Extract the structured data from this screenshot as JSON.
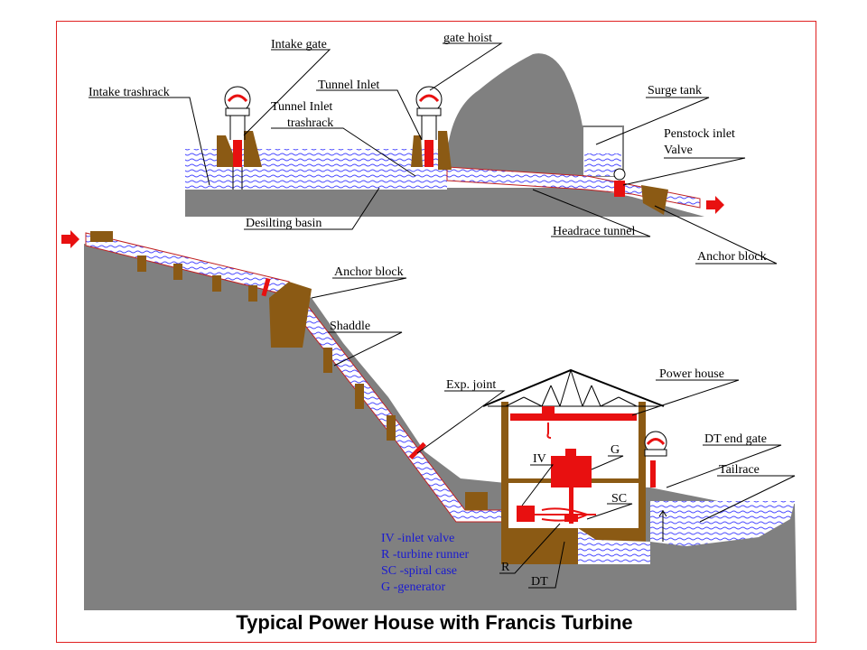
{
  "title": "Typical Power House with Francis Turbine",
  "labels": {
    "intake_gate": "Intake gate",
    "gate_hoist": "gate hoist",
    "intake_trashrack": "Intake trashrack",
    "tunnel_inlet": "Tunnel Inlet",
    "tunnel_inlet_trashrack_1": "Tunnel Inlet",
    "tunnel_inlet_trashrack_2": "trashrack",
    "surge_tank": "Surge tank",
    "penstock_inlet_valve_1": "Penstock inlet",
    "penstock_inlet_valve_2": "Valve",
    "desilting_basin": "Desilting basin",
    "headrace_tunnel": "Headrace tunnel",
    "anchor_block_top": "Anchor block",
    "anchor_block": "Anchor block",
    "shaddle": "Shaddle",
    "exp_joint": "Exp. joint",
    "power_house": "Power house",
    "g": "G",
    "iv": "IV",
    "sc": "SC",
    "dt_end_gate": "DT end gate",
    "tailrace": "Tailrace",
    "r": "R",
    "dt": "DT"
  },
  "legend": [
    "IV  -inlet valve",
    "R   -turbine runner",
    "SC -spiral case",
    "G  -generator"
  ],
  "colors": {
    "rock": "#808080",
    "concrete": "#8b5a14",
    "water": "#5a5aff",
    "equipment": "#e81010",
    "frame": "#e02020"
  }
}
